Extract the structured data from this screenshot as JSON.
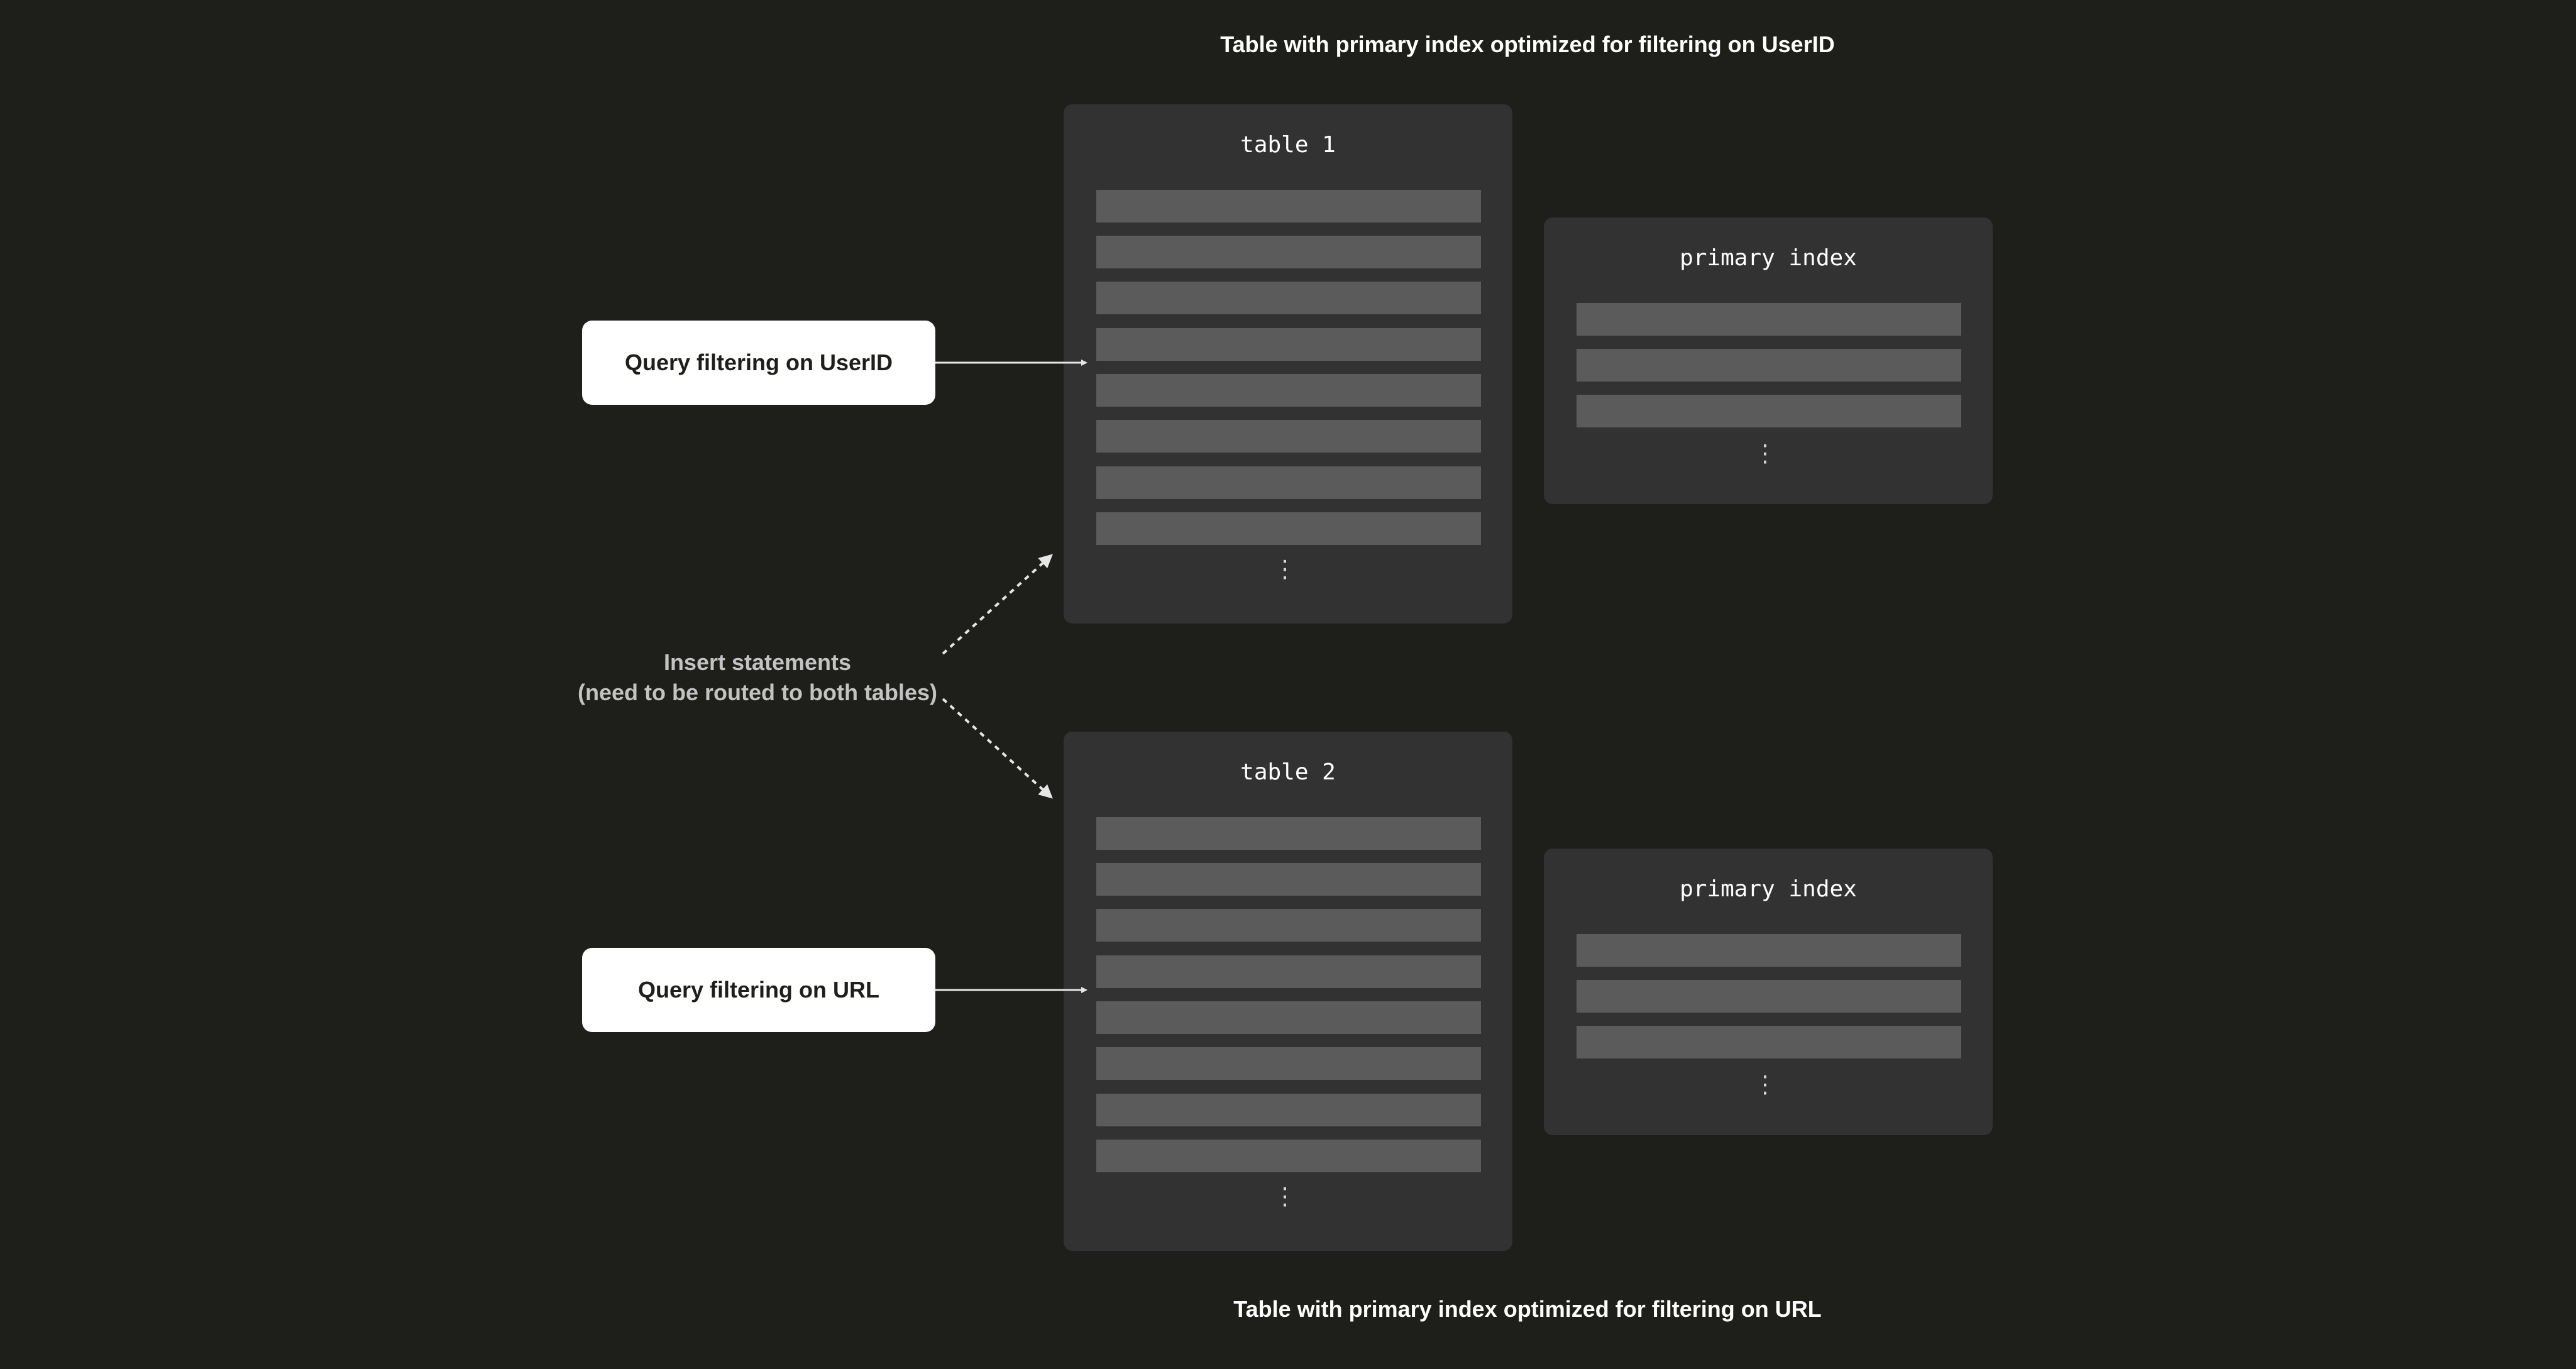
{
  "captions": {
    "top": "Table with primary index optimized for filtering on UserID",
    "bottom": "Table with primary index optimized for filtering on URL"
  },
  "tables": [
    {
      "title": "table 1",
      "ellipsis": "⋮"
    },
    {
      "title": "table 2",
      "ellipsis": "⋮"
    }
  ],
  "indexes": [
    {
      "title": "primary index",
      "ellipsis": "⋮"
    },
    {
      "title": "primary index",
      "ellipsis": "⋮"
    }
  ],
  "queries": [
    {
      "label": "Query filtering on UserID"
    },
    {
      "label": "Query filtering on URL"
    }
  ],
  "insert": {
    "line1": "Insert statements",
    "line2": "(need to be routed to both tables)"
  },
  "colors": {
    "background": "#1e1e1b",
    "panel": "#323232",
    "row": "#5b5b5b",
    "query_box": "#ffffff",
    "arrow": "#e6e6e6"
  }
}
